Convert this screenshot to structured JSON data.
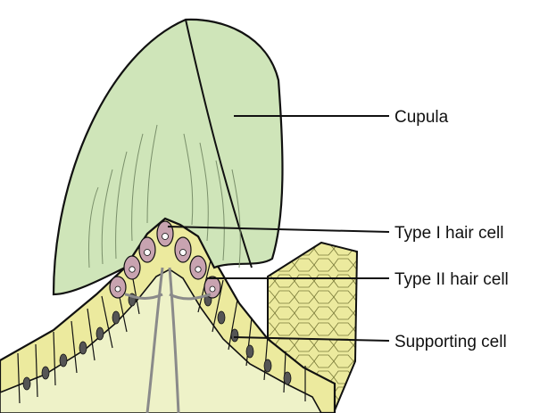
{
  "labels": {
    "cupula": "Cupula",
    "type1": "Type I hair cell",
    "type2": "Type II hair cell",
    "supporting": "Supporting cell"
  },
  "colors": {
    "cupula_fill": "#cfe5b9",
    "epithelium_fill": "#ecea9e",
    "connective_fill": "#eef2c8",
    "hair_cell_fill": "#c8a3b0",
    "nerve": "#8a8a8a",
    "outline": "#111111"
  },
  "icons": [
    "cupula-outline",
    "sensory-epithelium",
    "hair-cell",
    "nerve-fiber",
    "leader-line"
  ]
}
